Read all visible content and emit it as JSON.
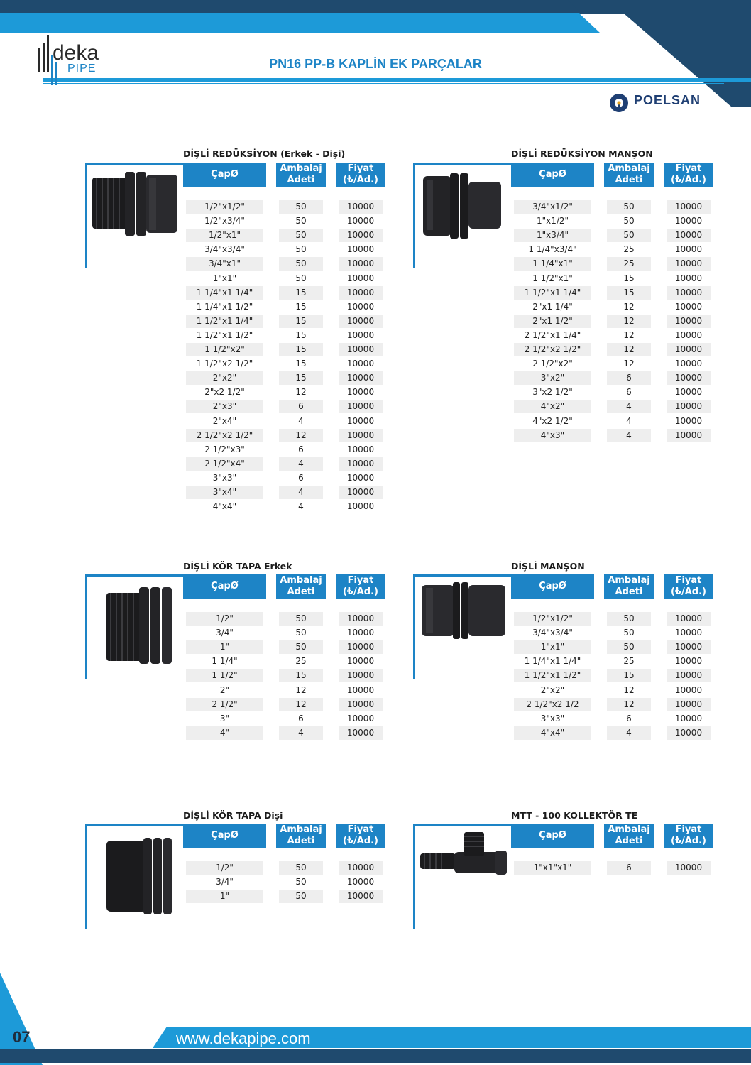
{
  "header": {
    "title": "PN16 PP-B KAPLİN EK PARÇALAR"
  },
  "logo": {
    "deka": "deka",
    "pipe": "PIPE"
  },
  "brand": {
    "name": "POELSAN"
  },
  "columns": {
    "cap": "ÇapØ",
    "ambalaj1": "Ambalaj",
    "ambalaj2": "Adeti",
    "fiyat1": "Fiyat",
    "fiyat2": "(₺/Ad.)"
  },
  "sections": [
    {
      "title": "DİŞLİ REDÜKSİYON (Erkek - Dişi)",
      "rows": [
        [
          "1/2\"x1/2\"",
          "50",
          "10000"
        ],
        [
          "1/2\"x3/4\"",
          "50",
          "10000"
        ],
        [
          "1/2\"x1\"",
          "50",
          "10000"
        ],
        [
          "3/4\"x3/4\"",
          "50",
          "10000"
        ],
        [
          "3/4\"x1\"",
          "50",
          "10000"
        ],
        [
          "1\"x1\"",
          "50",
          "10000"
        ],
        [
          "1 1/4\"x1 1/4\"",
          "15",
          "10000"
        ],
        [
          "1 1/4\"x1 1/2\"",
          "15",
          "10000"
        ],
        [
          "1 1/2\"x1 1/4\"",
          "15",
          "10000"
        ],
        [
          "1 1/2\"x1 1/2\"",
          "15",
          "10000"
        ],
        [
          "1 1/2\"x2\"",
          "15",
          "10000"
        ],
        [
          "1 1/2\"x2 1/2\"",
          "15",
          "10000"
        ],
        [
          "2\"x2\"",
          "15",
          "10000"
        ],
        [
          "2\"x2 1/2\"",
          "12",
          "10000"
        ],
        [
          "2\"x3\"",
          "6",
          "10000"
        ],
        [
          "2\"x4\"",
          "4",
          "10000"
        ],
        [
          "2 1/2\"x2 1/2\"",
          "12",
          "10000"
        ],
        [
          "2 1/2\"x3\"",
          "6",
          "10000"
        ],
        [
          "2 1/2\"x4\"",
          "4",
          "10000"
        ],
        [
          "3\"x3\"",
          "6",
          "10000"
        ],
        [
          "3\"x4\"",
          "4",
          "10000"
        ],
        [
          "4\"x4\"",
          "4",
          "10000"
        ]
      ]
    },
    {
      "title": "DİŞLİ REDÜKSİYON MANŞON",
      "rows": [
        [
          "3/4\"x1/2\"",
          "50",
          "10000"
        ],
        [
          "1\"x1/2\"",
          "50",
          "10000"
        ],
        [
          "1\"x3/4\"",
          "50",
          "10000"
        ],
        [
          "1 1/4\"x3/4\"",
          "25",
          "10000"
        ],
        [
          "1 1/4\"x1\"",
          "25",
          "10000"
        ],
        [
          "1 1/2\"x1\"",
          "15",
          "10000"
        ],
        [
          "1 1/2\"x1 1/4\"",
          "15",
          "10000"
        ],
        [
          "2\"x1 1/4\"",
          "12",
          "10000"
        ],
        [
          "2\"x1 1/2\"",
          "12",
          "10000"
        ],
        [
          "2 1/2\"x1 1/4\"",
          "12",
          "10000"
        ],
        [
          "2 1/2\"x2 1/2\"",
          "12",
          "10000"
        ],
        [
          "2 1/2\"x2\"",
          "12",
          "10000"
        ],
        [
          "3\"x2\"",
          "6",
          "10000"
        ],
        [
          "3\"x2 1/2\"",
          "6",
          "10000"
        ],
        [
          "4\"x2\"",
          "4",
          "10000"
        ],
        [
          "4\"x2 1/2\"",
          "4",
          "10000"
        ],
        [
          "4\"x3\"",
          "4",
          "10000"
        ]
      ]
    },
    {
      "title": "DİŞLİ KÖR TAPA Erkek",
      "rows": [
        [
          "1/2\"",
          "50",
          "10000"
        ],
        [
          "3/4\"",
          "50",
          "10000"
        ],
        [
          "1\"",
          "50",
          "10000"
        ],
        [
          "1 1/4\"",
          "25",
          "10000"
        ],
        [
          "1 1/2\"",
          "15",
          "10000"
        ],
        [
          "2\"",
          "12",
          "10000"
        ],
        [
          "2 1/2\"",
          "12",
          "10000"
        ],
        [
          "3\"",
          "6",
          "10000"
        ],
        [
          "4\"",
          "4",
          "10000"
        ]
      ]
    },
    {
      "title": "DİŞLİ MANŞON",
      "rows": [
        [
          "1/2\"x1/2\"",
          "50",
          "10000"
        ],
        [
          "3/4\"x3/4\"",
          "50",
          "10000"
        ],
        [
          "1\"x1\"",
          "50",
          "10000"
        ],
        [
          "1 1/4\"x1 1/4\"",
          "25",
          "10000"
        ],
        [
          "1 1/2\"x1 1/2\"",
          "15",
          "10000"
        ],
        [
          "2\"x2\"",
          "12",
          "10000"
        ],
        [
          "2 1/2\"x2 1/2",
          "12",
          "10000"
        ],
        [
          "3\"x3\"",
          "6",
          "10000"
        ],
        [
          "4\"x4\"",
          "4",
          "10000"
        ]
      ]
    },
    {
      "title": "DİŞLİ KÖR TAPA Dişi",
      "rows": [
        [
          "1/2\"",
          "50",
          "10000"
        ],
        [
          "3/4\"",
          "50",
          "10000"
        ],
        [
          "1\"",
          "50",
          "10000"
        ]
      ]
    },
    {
      "title": "MTT - 100 KOLLEKTÖR TE",
      "rows": [
        [
          "1\"x1\"x1\"",
          "6",
          "10000"
        ]
      ]
    }
  ],
  "footer": {
    "url": "www.dekapipe.com",
    "page": "07"
  },
  "colors": {
    "accent": "#1d84c6",
    "dark": "#1f4a6e",
    "light_blue": "#1d9ad8"
  }
}
